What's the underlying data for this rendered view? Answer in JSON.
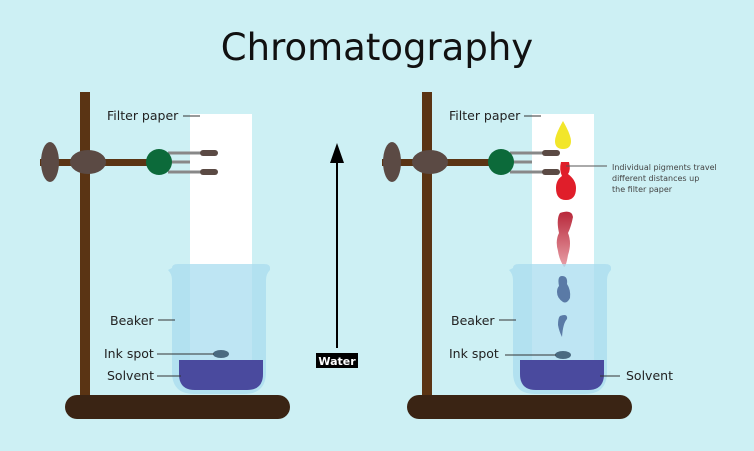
{
  "title": "Chromatography",
  "left": {
    "filter_paper": "Filter paper",
    "beaker": "Beaker",
    "ink_spot": "Ink spot",
    "solvent": "Solvent"
  },
  "arrow_label": "Water",
  "right": {
    "filter_paper": "Filter paper",
    "beaker": "Beaker",
    "ink_spot": "Ink spot",
    "solvent": "Solvent",
    "annotation": [
      "Individual pigments travel",
      "different distances up",
      "the filter paper"
    ]
  },
  "colors": {
    "background": "#cdf0f4",
    "stand": "#5a3414",
    "clamp": "#5b4a44",
    "boss": "#0c6a3a",
    "solvent": "#4a4a9e",
    "yellow_pigment": "#f2e62a",
    "red_pigment": "#e01e2a",
    "blue_pigment": "#5a7aa6"
  }
}
